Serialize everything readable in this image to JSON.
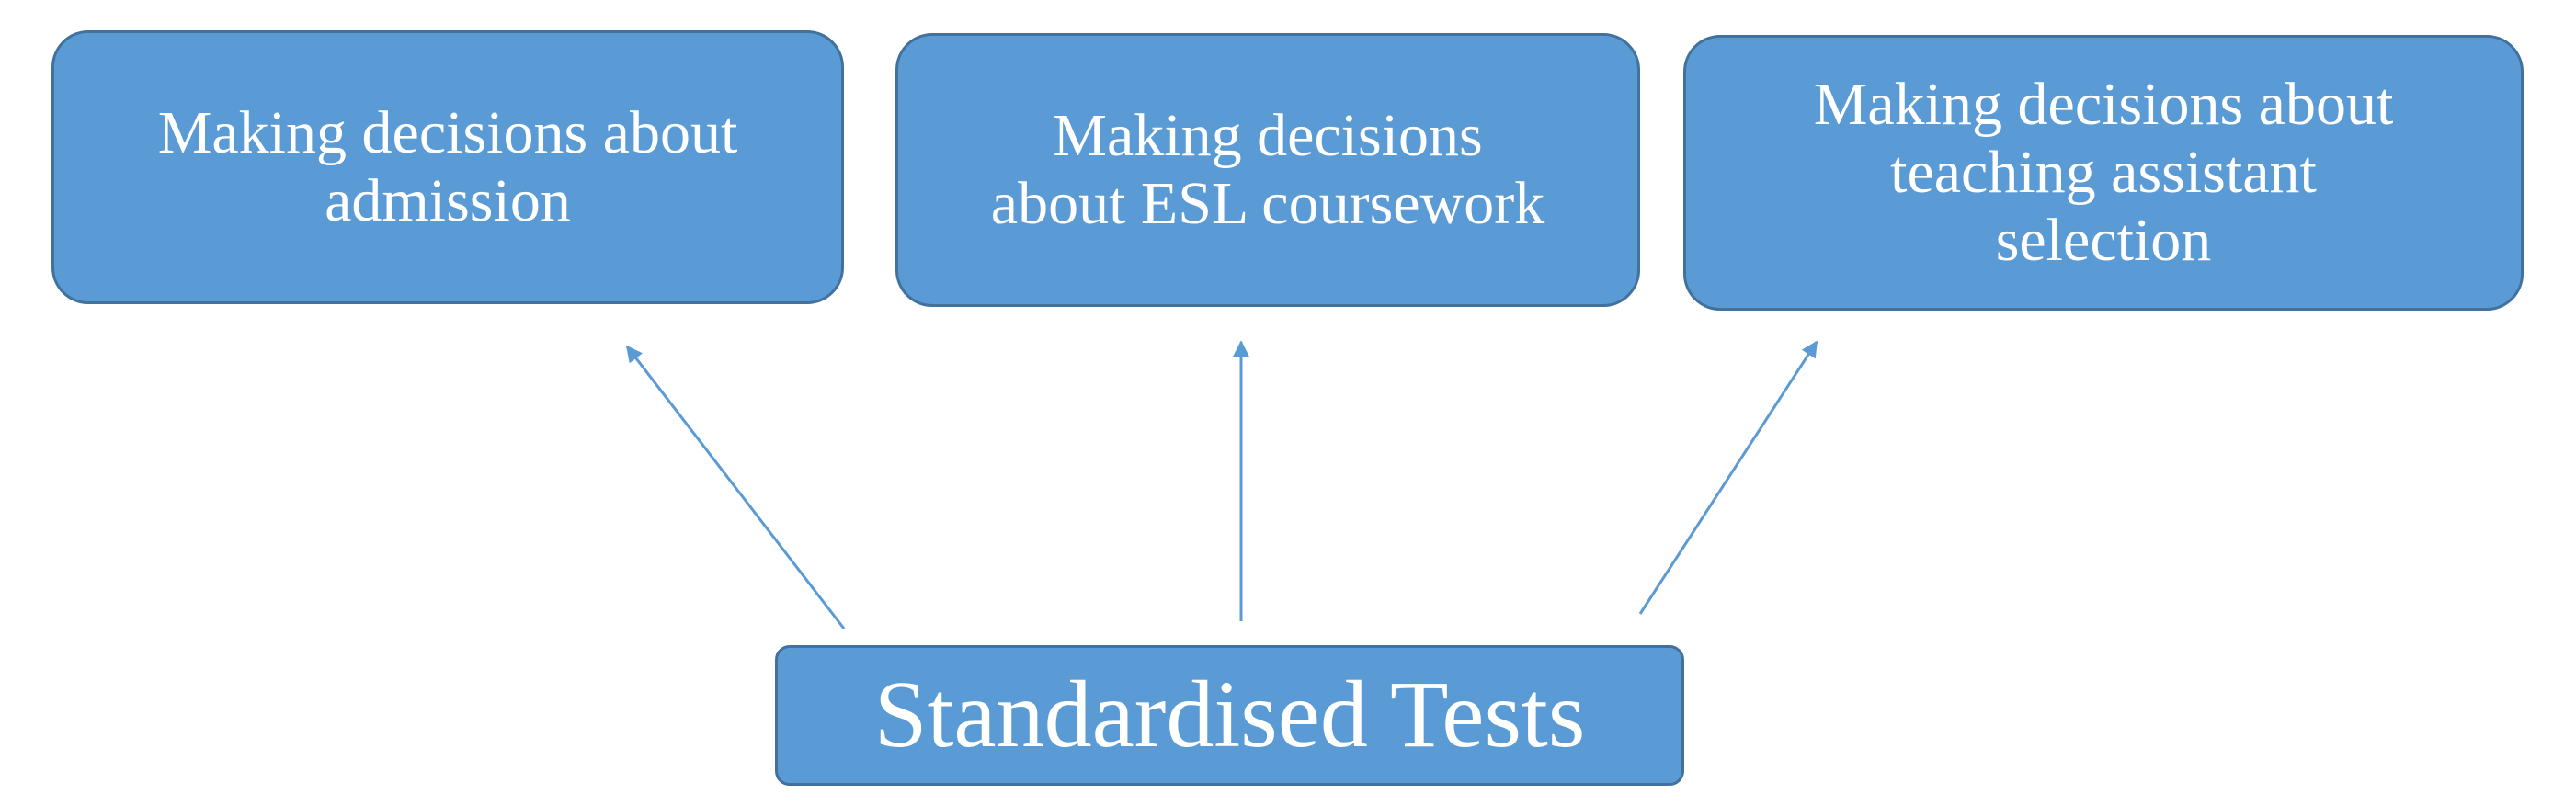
{
  "diagram": {
    "colors": {
      "box_fill": "#5b9bd5",
      "box_border": "#41719c",
      "arrow": "#5b9bd5",
      "text": "#ffffff"
    },
    "source": {
      "label": "Standardised Tests"
    },
    "targets": [
      {
        "label_lines": [
          "Making decisions about",
          "admission"
        ]
      },
      {
        "label_lines": [
          "Making decisions",
          "about ESL coursework"
        ]
      },
      {
        "label_lines": [
          "Making decisions about",
          "teaching assistant",
          "selection"
        ]
      }
    ]
  }
}
